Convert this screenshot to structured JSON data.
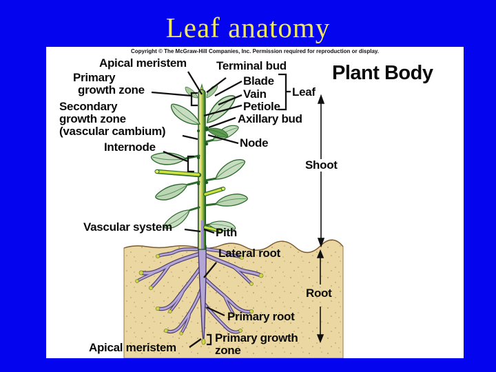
{
  "slide": {
    "title": "Leaf anatomy",
    "background_color": "#0404EE",
    "title_color": "#EFE75F"
  },
  "figure": {
    "copyright": "Copyright © The McGraw-Hill Companies, Inc. Permission required for reproduction or display.",
    "heading": "Plant Body",
    "labels": {
      "apical_meristem_top": "Apical meristem",
      "terminal_bud": "Terminal bud",
      "primary_growth_zone_line1": "Primary",
      "primary_growth_zone_line2": "growth zone",
      "secondary_growth_zone_line1": "Secondary",
      "secondary_growth_zone_line2": "growth zone",
      "secondary_growth_zone_line3": "(vascular cambium)",
      "internode": "Internode",
      "blade": "Blade",
      "vain": "Vain",
      "petiole": "Petiole",
      "leaf": "Leaf",
      "axillary_bud": "Axillary bud",
      "node": "Node",
      "shoot": "Shoot",
      "vascular_system": "Vascular system",
      "pith": "Pith",
      "lateral_root": "Lateral root",
      "root": "Root",
      "primary_root": "Primary root",
      "primary_growth_zone_bottom_line1": "Primary growth",
      "primary_growth_zone_bottom_line2": "zone",
      "apical_meristem_bottom": "Apical meristem"
    },
    "colors": {
      "soil": "#EBD7A1",
      "leaf_fill": "#C7DCC0",
      "stem_green": "#4E8F3A",
      "root_fill": "#B3A5D6",
      "root_tip_yellow": "#CCD84A",
      "label_text": "#0b0b0b"
    }
  }
}
